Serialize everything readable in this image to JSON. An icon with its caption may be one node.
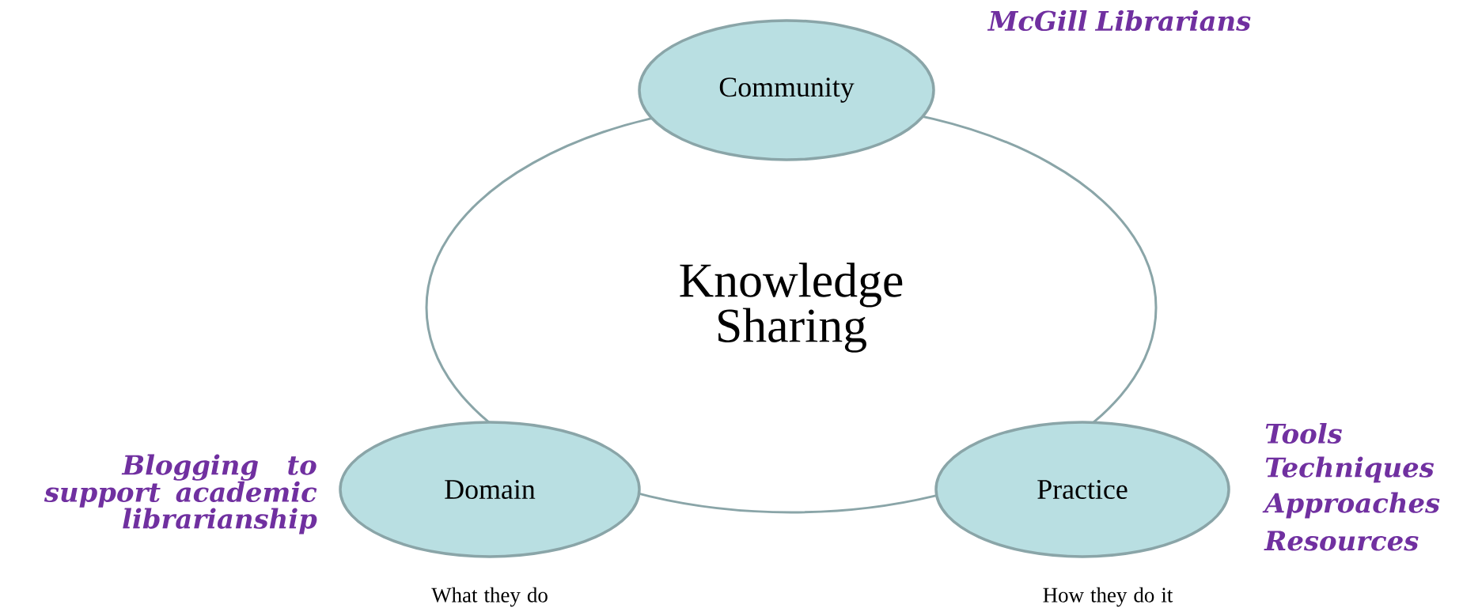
{
  "diagram": {
    "nodes": [
      {
        "text": [
          "Knowledge Sharing"
        ]
      },
      {
        "text": [
          "Community"
        ],
        "beside": [
          "McGill Librarians"
        ]
      },
      {
        "text": [
          "Domain"
        ],
        "beside": [
          "Blogging to support academic librarianship",
          "What they do"
        ]
      },
      {
        "text": [
          "Practice"
        ],
        "beside": [
          "Tools",
          "Techniques",
          "Approaches",
          "Resources",
          "How they do it"
        ]
      }
    ]
  }
}
